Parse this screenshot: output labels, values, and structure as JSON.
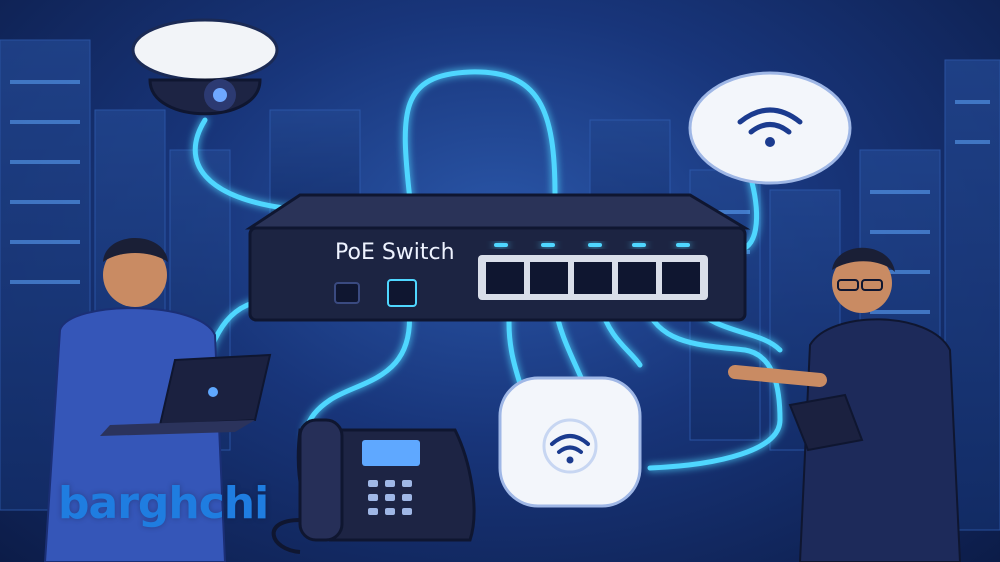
{
  "switch": {
    "label": "PoE Switch",
    "port_count": 5
  },
  "logo": {
    "text": "barghchi"
  },
  "colors": {
    "background": "#18357a",
    "cable_glow": "#4fd7ff",
    "switch_body": "#1c2442",
    "logo": "#1f7de0"
  },
  "icons": [
    "dome-camera-icon",
    "wifi-access-point-icon",
    "ip-phone-icon",
    "laptop-icon",
    "tablet-icon"
  ]
}
